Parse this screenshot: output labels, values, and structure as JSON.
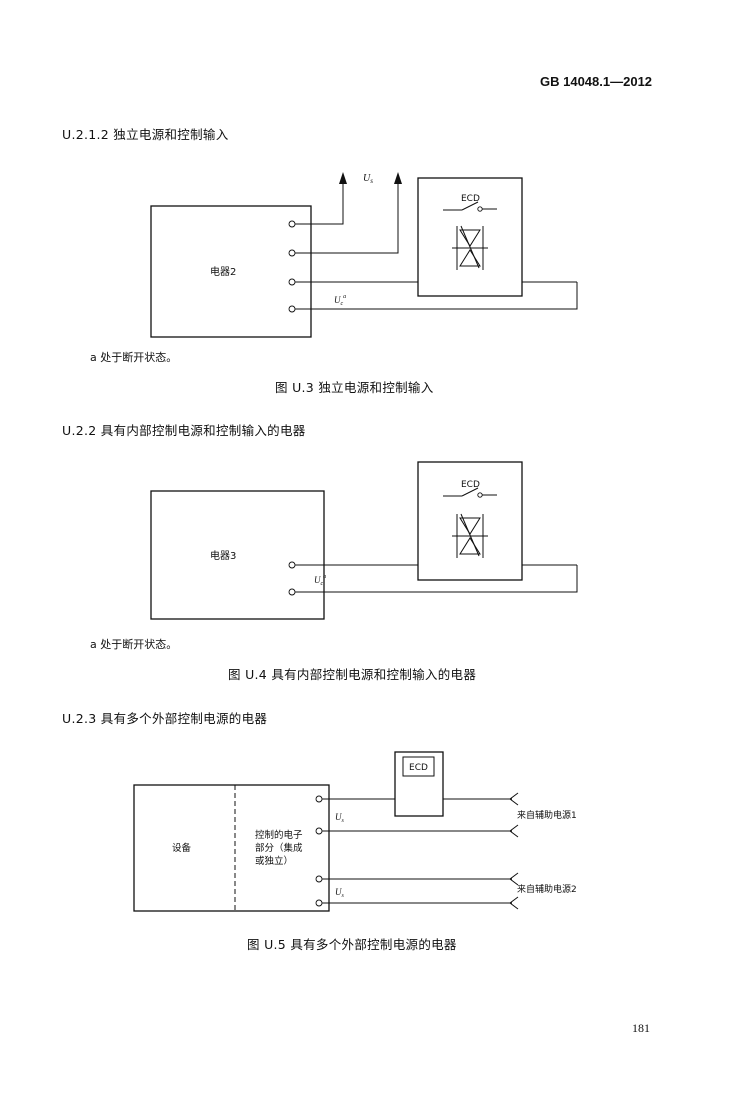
{
  "header": {
    "standard": "GB 14048.1—2012"
  },
  "section1": {
    "title": "U.2.1.2   独立电源和控制输入",
    "diagram": {
      "device_label": "电器2",
      "us_label": "U",
      "us_sub": "s",
      "uc_label": "U",
      "uc_sub": "c",
      "uc_sup": "a",
      "ecd_label": "ECD"
    },
    "footnote": "a 处于断开状态。",
    "caption": "图 U.3   独立电源和控制输入"
  },
  "section2": {
    "title": "U.2.2   具有内部控制电源和控制输入的电器",
    "diagram": {
      "device_label": "电器3",
      "uc_label": "U",
      "uc_sub": "c",
      "uc_sup": "a",
      "ecd_label": "ECD"
    },
    "footnote": "a 处于断开状态。",
    "caption": "图 U.4   具有内部控制电源和控制输入的电器"
  },
  "section3": {
    "title": "U.2.3   具有多个外部控制电源的电器",
    "diagram": {
      "equipment_label": "设备",
      "control_label_lines": [
        "控制的电子",
        "部分（集成",
        "或独立）"
      ],
      "ecd_label": "ECD",
      "us_label": "U",
      "us_sub": "s",
      "source1": "来自辅助电源1",
      "source2": "来自辅助电源2"
    },
    "caption": "图 U.5   具有多个外部控制电源的电器"
  },
  "page_number": "181"
}
